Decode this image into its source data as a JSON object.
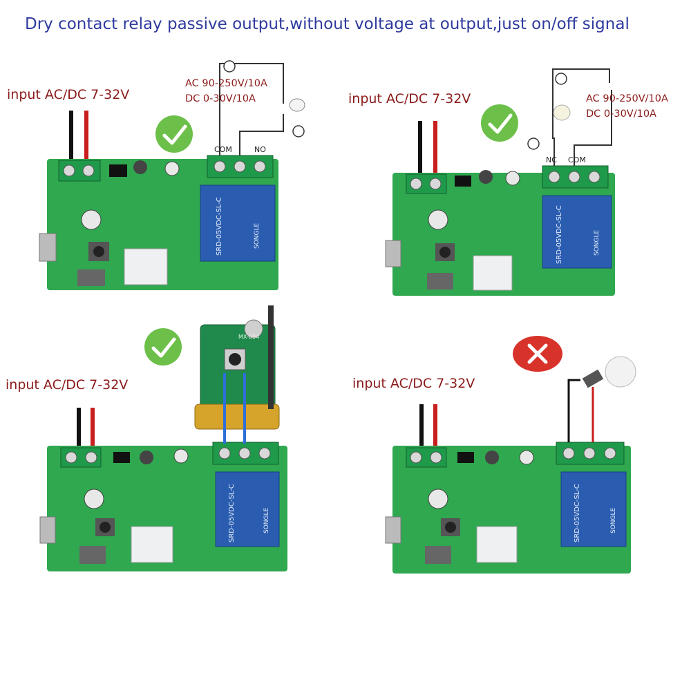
{
  "heading": "Dry contact relay passive output,without voltage at output,just on/off signal",
  "panels": [
    {
      "input_label": "input AC/DC 7-32V",
      "spec_lines": [
        "AC 90-250V/10A",
        "DC 0-30V/10A"
      ],
      "terminal_left": "COM",
      "terminal_right": "NO",
      "status": "check-icon"
    },
    {
      "input_label": "input AC/DC 7-32V",
      "spec_lines": [
        "AC 90-250V/10A",
        "DC 0-30V/10A"
      ],
      "terminal_left": "NC",
      "terminal_right": "COM",
      "status": "check-icon"
    },
    {
      "input_label": "input AC/DC 7-32V",
      "status": "check-icon"
    },
    {
      "input_label": "input AC/DC 7-32V",
      "status": "cross-icon"
    }
  ],
  "relay_text": [
    "SRD-05VDC-SL-C",
    "SONGLE"
  ],
  "module_text": "MX-004",
  "colors": {
    "pcb": "#2fa84f",
    "relay": "#2a5db0",
    "terminal": "#1e9a4a",
    "heading": "#2e3a9e",
    "label": "#8b1a1a",
    "check": "#6cc04a",
    "cross": "#d8332b"
  }
}
